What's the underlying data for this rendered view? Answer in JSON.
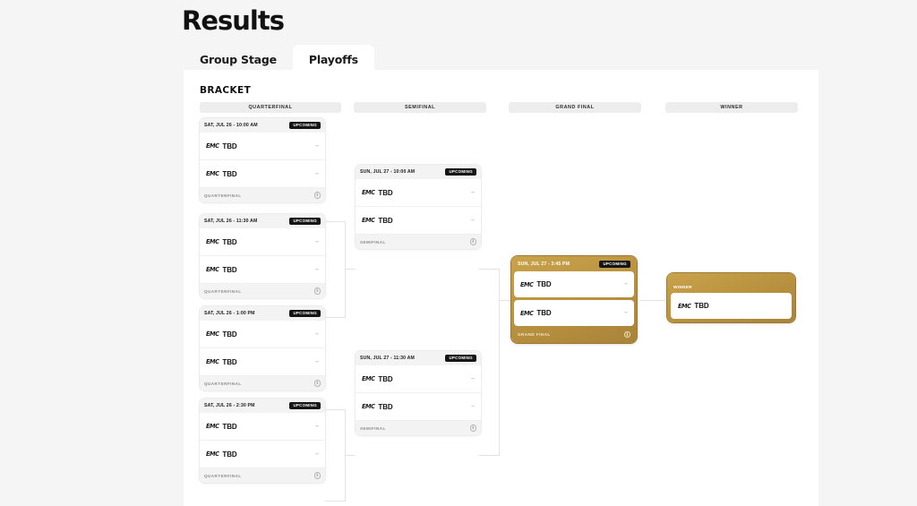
{
  "page": {
    "title": "Results"
  },
  "tabs": [
    {
      "label": "Group Stage",
      "active": false
    },
    {
      "label": "Playoffs",
      "active": true
    }
  ],
  "bracket": {
    "heading": "BRACKET",
    "columns": [
      {
        "label": "QUARTERFINAL"
      },
      {
        "label": "SEMIFINAL"
      },
      {
        "label": "GRAND FINAL"
      },
      {
        "label": "WINNER"
      }
    ],
    "team_placeholder": "TBD",
    "team_logo": "EMC",
    "score_placeholder": "–",
    "info_icon": "i",
    "status_badge": "UPCOMING",
    "quarterfinals": [
      {
        "date": "SAT, JUL 26 - 10:00 AM",
        "badge": "UPCOMING",
        "stage": "QUARTERFINAL",
        "teams": [
          {
            "logo": "EMC",
            "name": "TBD",
            "score": "–"
          },
          {
            "logo": "EMC",
            "name": "TBD",
            "score": "–"
          }
        ]
      },
      {
        "date": "SAT, JUL 26 - 11:30 AM",
        "badge": "UPCOMING",
        "stage": "QUARTERFINAL",
        "teams": [
          {
            "logo": "EMC",
            "name": "TBD",
            "score": "–"
          },
          {
            "logo": "EMC",
            "name": "TBD",
            "score": "–"
          }
        ]
      },
      {
        "date": "SAT, JUL 26 - 1:00 PM",
        "badge": "UPCOMING",
        "stage": "QUARTERFINAL",
        "teams": [
          {
            "logo": "EMC",
            "name": "TBD",
            "score": "–"
          },
          {
            "logo": "EMC",
            "name": "TBD",
            "score": "–"
          }
        ]
      },
      {
        "date": "SAT, JUL 26 - 2:30 PM",
        "badge": "UPCOMING",
        "stage": "QUARTERFINAL",
        "teams": [
          {
            "logo": "EMC",
            "name": "TBD",
            "score": "–"
          },
          {
            "logo": "EMC",
            "name": "TBD",
            "score": "–"
          }
        ]
      }
    ],
    "semifinals": [
      {
        "date": "SUN, JUL 27 - 10:00 AM",
        "badge": "UPCOMING",
        "stage": "SEMIFINAL",
        "teams": [
          {
            "logo": "EMC",
            "name": "TBD",
            "score": "–"
          },
          {
            "logo": "EMC",
            "name": "TBD",
            "score": "–"
          }
        ]
      },
      {
        "date": "SUN, JUL 27 - 11:30 AM",
        "badge": "UPCOMING",
        "stage": "SEMIFINAL",
        "teams": [
          {
            "logo": "EMC",
            "name": "TBD",
            "score": "–"
          },
          {
            "logo": "EMC",
            "name": "TBD",
            "score": "–"
          }
        ]
      }
    ],
    "grand_final": {
      "date": "SUN, JUL 27 - 3:45 PM",
      "badge": "UPCOMING",
      "stage": "GRAND FINAL",
      "teams": [
        {
          "logo": "EMC",
          "name": "TBD",
          "score": "–"
        },
        {
          "logo": "EMC",
          "name": "TBD",
          "score": "–"
        }
      ]
    },
    "winner": {
      "badge": "WINNER",
      "logo": "EMC",
      "name": "TBD"
    }
  },
  "colors": {
    "gold": "#b8913f",
    "accent": "#151515",
    "page_bg": "#f5f5f5",
    "panel_bg": "#ffffff"
  }
}
